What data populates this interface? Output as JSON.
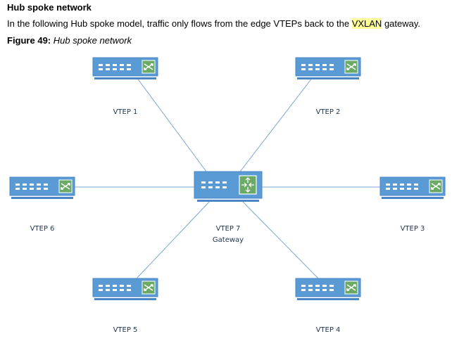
{
  "document": {
    "heading": "Hub spoke network",
    "intro_before": "In the following Hub spoke model, traffic only flows from the edge VTEPs back to the ",
    "intro_highlight": "VXLAN",
    "intro_after": " gateway.",
    "figure_label": "Figure 49:",
    "figure_title": "Hub spoke network"
  },
  "diagram": {
    "hub": {
      "name": "VTEP 7",
      "role": "Gateway",
      "icon": "router-icon"
    },
    "spokes": [
      {
        "id": "vtep1",
        "name": "VTEP 1",
        "icon": "switch-icon"
      },
      {
        "id": "vtep2",
        "name": "VTEP 2",
        "icon": "switch-icon"
      },
      {
        "id": "vtep3",
        "name": "VTEP 3",
        "icon": "switch-icon"
      },
      {
        "id": "vtep4",
        "name": "VTEP 4",
        "icon": "switch-icon"
      },
      {
        "id": "vtep5",
        "name": "VTEP 5",
        "icon": "switch-icon"
      },
      {
        "id": "vtep6",
        "name": "VTEP 6",
        "icon": "switch-icon"
      }
    ],
    "links": [
      [
        "vtep7",
        "vtep1"
      ],
      [
        "vtep7",
        "vtep2"
      ],
      [
        "vtep7",
        "vtep3"
      ],
      [
        "vtep7",
        "vtep4"
      ],
      [
        "vtep7",
        "vtep5"
      ],
      [
        "vtep7",
        "vtep6"
      ]
    ],
    "colors": {
      "device_body": "#5b9bd5",
      "device_base": "#4a86c5",
      "device_port": "#ffffff",
      "switch_symbol_bg": "#6aaa64",
      "link": "#7aa7d6",
      "label": "#1f3550",
      "highlight": "#ffff99"
    }
  }
}
